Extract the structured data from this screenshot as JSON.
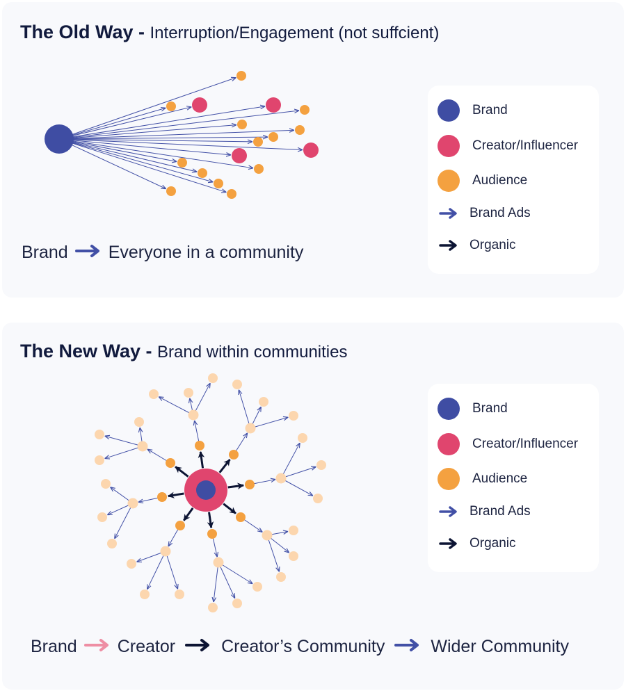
{
  "old_way": {
    "title_main": "The Old Way - ",
    "title_sub": "Interruption/Engagement (not suffcient)",
    "caption": {
      "from": "Brand",
      "to": "Everyone in a community"
    }
  },
  "new_way": {
    "title_main": "The New Way - ",
    "title_sub": "Brand within communities",
    "caption": {
      "brand": "Brand",
      "creator": "Creator",
      "creators_community": "Creator’s Community",
      "wider_community": "Wider Community"
    }
  },
  "legend": {
    "items": [
      {
        "label": "Brand",
        "kind": "circle",
        "color": "#3f4da3"
      },
      {
        "label": "Creator/Influencer",
        "kind": "circle",
        "color": "#e0456e"
      },
      {
        "label": "Audience",
        "kind": "circle",
        "color": "#f4a140"
      },
      {
        "label": "Brand Ads",
        "kind": "arrow",
        "color": "#4250a6"
      },
      {
        "label": "Organic",
        "kind": "arrow",
        "color": "#0c1433"
      }
    ]
  },
  "colors": {
    "brand": "#3f4da3",
    "creator": "#e0456e",
    "audience": "#f4a140",
    "wider_audience": "#fcd6ae",
    "brand_ads_arrow": "#4250a6",
    "organic_arrow": "#0c1433",
    "creator_arrow": "#ee8ea4",
    "panel_bg": "#f8f9fc"
  }
}
